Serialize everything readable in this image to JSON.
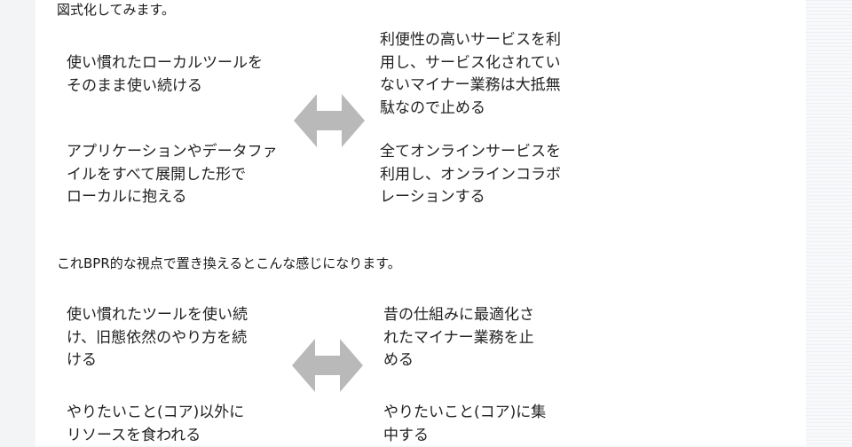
{
  "intro": "図式化してみます。",
  "diagram1": {
    "left": [
      "使い慣れたローカルツールを\nそのまま使い続ける",
      "アプリケーションやデータファ\nイルをすべて展開した形で\nローカルに抱える"
    ],
    "right": [
      "利便性の高いサービスを利\n用し、サービス化されてい\nないマイナー業務は大抵無\n駄なので止める",
      "全てオンラインサービスを\n利用し、オンラインコラボ\nレーションする"
    ],
    "arrow_icon": "double-arrow-icon"
  },
  "transition": "これBPR的な視点で置き換えるとこんな感じになります。",
  "diagram2": {
    "left": [
      "使い慣れたツールを使い続\nけ、旧態依然のやり方を続\nける",
      "やりたいこと(コア)以外に\nリソースを食われる"
    ],
    "right": [
      "昔の仕組みに最適化さ\nれたマイナー業務を止\nめる",
      "やりたいこと(コア)に集\n中する"
    ],
    "arrow_icon": "double-arrow-icon"
  },
  "colors": {
    "arrow": "#b9b9b9",
    "text": "#222222",
    "background": "#ffffff"
  }
}
